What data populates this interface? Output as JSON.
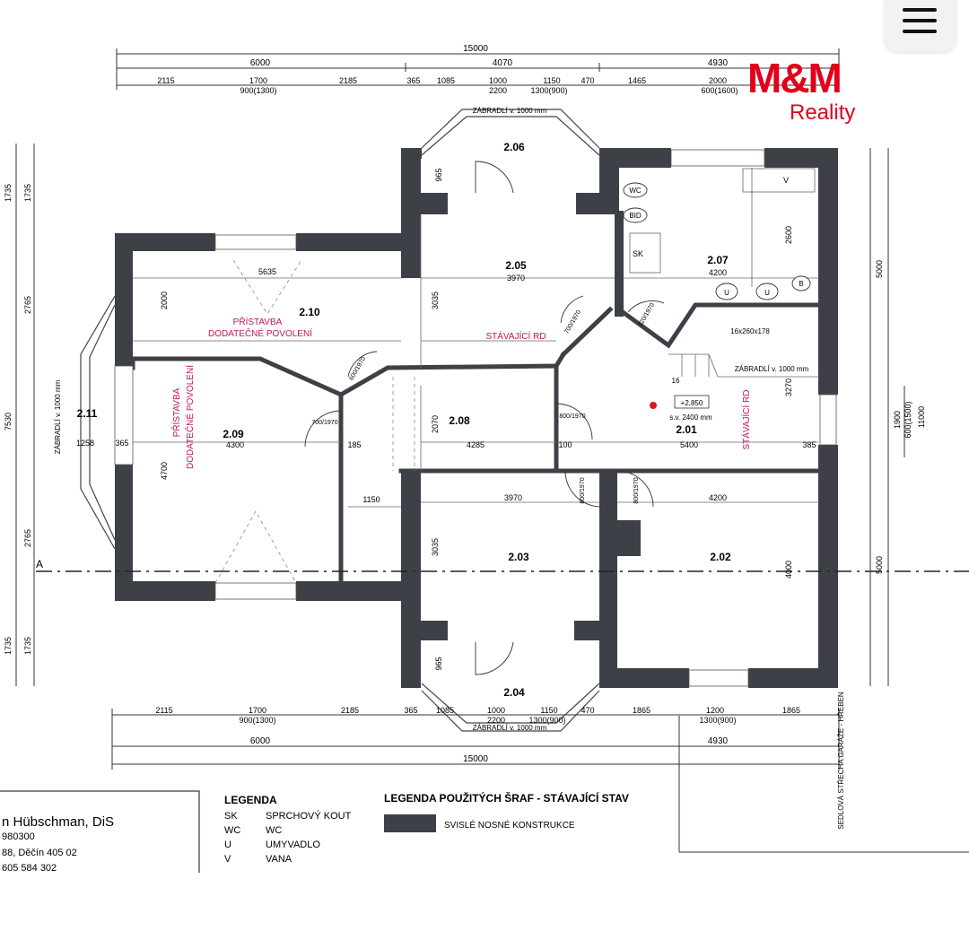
{
  "header": {
    "menu_icon": "hamburger-icon"
  },
  "logo": {
    "brand": "M&M",
    "sub": "Reality"
  },
  "dims_top": {
    "total": "15000",
    "segments": [
      "6000",
      "4070",
      "4930"
    ],
    "row3": [
      "2115",
      "1700",
      "2185",
      "365",
      "1085",
      "1000",
      "1150",
      "470",
      "1465",
      "2000"
    ],
    "row3b": [
      "900(1300)",
      "2200",
      "1300(900)",
      "600(1600)"
    ]
  },
  "dims_bottom": {
    "row1": [
      "2115",
      "1700",
      "2185",
      "365",
      "1085",
      "1000",
      "1150",
      "470",
      "1865",
      "1200",
      "1865"
    ],
    "row1b": [
      "900(1300)",
      "2200",
      "1300(900)",
      "1300(900)"
    ],
    "segments": [
      "6000",
      "4930"
    ],
    "total": "15000"
  },
  "dims_left": [
    "1735",
    "1735",
    "2765",
    "7530",
    "2765",
    "1735",
    "1735"
  ],
  "dims_right": [
    "5000",
    "11000",
    "1900",
    "600(1500)",
    "5000"
  ],
  "rooms": {
    "r206": "2.06",
    "r207": "2.07",
    "r205": "2.05",
    "r210": "2.10",
    "r211": "2.11",
    "r209": "2.09",
    "r208": "2.08",
    "r201": "2.01",
    "r203": "2.03",
    "r202": "2.02",
    "r204": "2.04"
  },
  "annotations": {
    "rail_top": "ZÁBRADLÍ v. 1000 mm",
    "rail_bottom": "ZÁBRADLÍ v. 1000 mm",
    "rail_left": "ZÁBRADLÍ v. 1000 mm",
    "rail_stair": "ZÁBRADLÍ v. 1000 mm",
    "pristavba1": "PŘÍSTAVBA",
    "dodatecne1": "DODATEČNÉ POVOLENÍ",
    "pristavba_vert": "PŘÍSTAVBA",
    "dodatecne_vert": "DODATEČNÉ POVOLENÍ",
    "stavajici1": "STÁVAJÍCÍ RD",
    "stavajici_vert": "STÁVAJÍCÍ RD",
    "level": "+2,850",
    "sv": "s.v. 2400 mm",
    "stair": "16x260x178",
    "stair_num": "16",
    "axis_label": "A",
    "roof_vert": "SEDLOVÁ STŘECHA GARÁŽE - HŘEBEN"
  },
  "fixtures": {
    "wc": "WC",
    "bid": "BID",
    "sk": "SK",
    "v": "V",
    "u": "U",
    "b": "B"
  },
  "inner_dims": {
    "d5635": "5635",
    "d3970a": "3970",
    "d4200a": "4200",
    "d4300": "4300",
    "d4285": "4285",
    "d5400": "5400",
    "d3970b": "3970",
    "d4200b": "4200",
    "d1150": "1150",
    "d1258": "1258",
    "d2000": "2000",
    "d3035a": "3035",
    "d3035b": "3035",
    "d2070": "2070",
    "d4700": "4700",
    "d4000": "4000",
    "d3270": "3270",
    "d2600": "2600",
    "d965a": "965",
    "d965b": "965",
    "d365": "365",
    "d185": "185",
    "d100": "100",
    "d385": "385"
  },
  "doors": [
    "700/1970",
    "800/1970",
    "600/1970",
    "800/1970",
    "800/1970",
    "700/1970",
    "720/1970"
  ],
  "legend": {
    "title": "LEGENDA",
    "items": [
      {
        "code": "SK",
        "desc": "SPRCHOVÝ KOUT"
      },
      {
        "code": "WC",
        "desc": "WC"
      },
      {
        "code": "U",
        "desc": "UMYVADLO"
      },
      {
        "code": "V",
        "desc": "VANA"
      }
    ]
  },
  "hatch_legend": {
    "title": "LEGENDA POUŽITÝCH ŠRAF - STÁVAJÍCÍ STAV",
    "item": "SVISLÉ NOSNÉ KONSTRUKCE"
  },
  "author": {
    "name": "n Hübschman, DiS",
    "line2": "980300",
    "line3": "88, Děčín 405 02",
    "line4": "605 584 302"
  },
  "colors": {
    "wall": "#3d4147",
    "annotation_red": "#c0175a",
    "brand_red": "#e2001a"
  }
}
